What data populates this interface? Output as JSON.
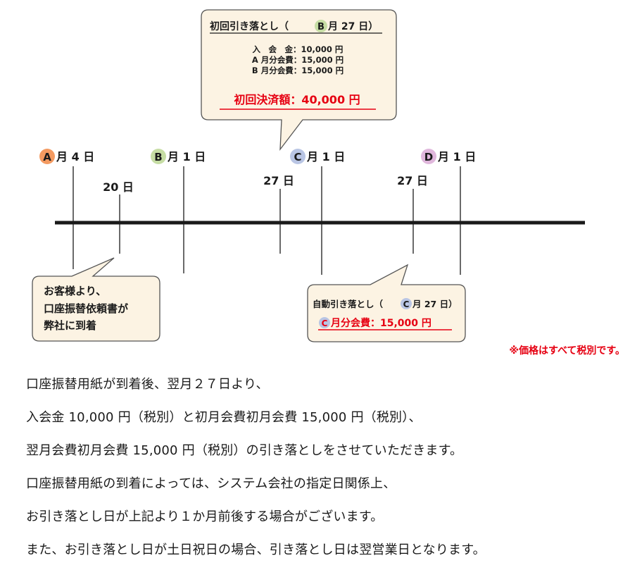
{
  "timeline": {
    "markers": [
      {
        "letter": "A",
        "suffix": "月 4 日",
        "color": "#f39a61"
      },
      {
        "letter": "B",
        "suffix": "月 1 日",
        "color": "#c6dda4"
      },
      {
        "letter": "C",
        "suffix": "月 1 日",
        "color": "#b9c5e4"
      },
      {
        "letter": "D",
        "suffix": "月 1 日",
        "color": "#e0b7dc"
      }
    ],
    "day_labels": [
      "20 日",
      "27 日",
      "27 日"
    ]
  },
  "callout_first": {
    "title_pre": "初回引き落とし（",
    "title_letter": "B",
    "title_post": "月 27 日）",
    "lines": [
      "入　会　金：10,000 円",
      "A 月分会費：15,000 円",
      "B 月分会費：15,000 円"
    ],
    "total": "初回決済額：40,000 円",
    "accent_color": "#e60012",
    "fill_color": "#fcf3e3"
  },
  "callout_customer": {
    "lines": [
      "お客様より、",
      "口座振替依頼書が",
      "弊社に到着"
    ]
  },
  "callout_auto": {
    "title_pre": "自動引き落とし（",
    "title_letter": "C",
    "title_post": "月 27 日）",
    "amount_letter": "C",
    "amount_text": "月分会費：15,000 円"
  },
  "tax_note": "※価格はすべて税別です。",
  "body_lines": [
    "口座振替用紙が到着後、翌月２７日より、",
    "入会金 10,000 円（税別）と初月会費初月会費 15,000 円（税別）、",
    "翌月会費初月会費 15,000 円（税別）の引き落としをさせていただきます。",
    "口座振替用紙の到着によっては、システム会社の指定日関係上、",
    "お引き落とし日が上記より１か月前後する場合がございます。",
    "また、お引き落とし日が土日祝日の場合、引き落とし日は翌営業日となります。"
  ]
}
